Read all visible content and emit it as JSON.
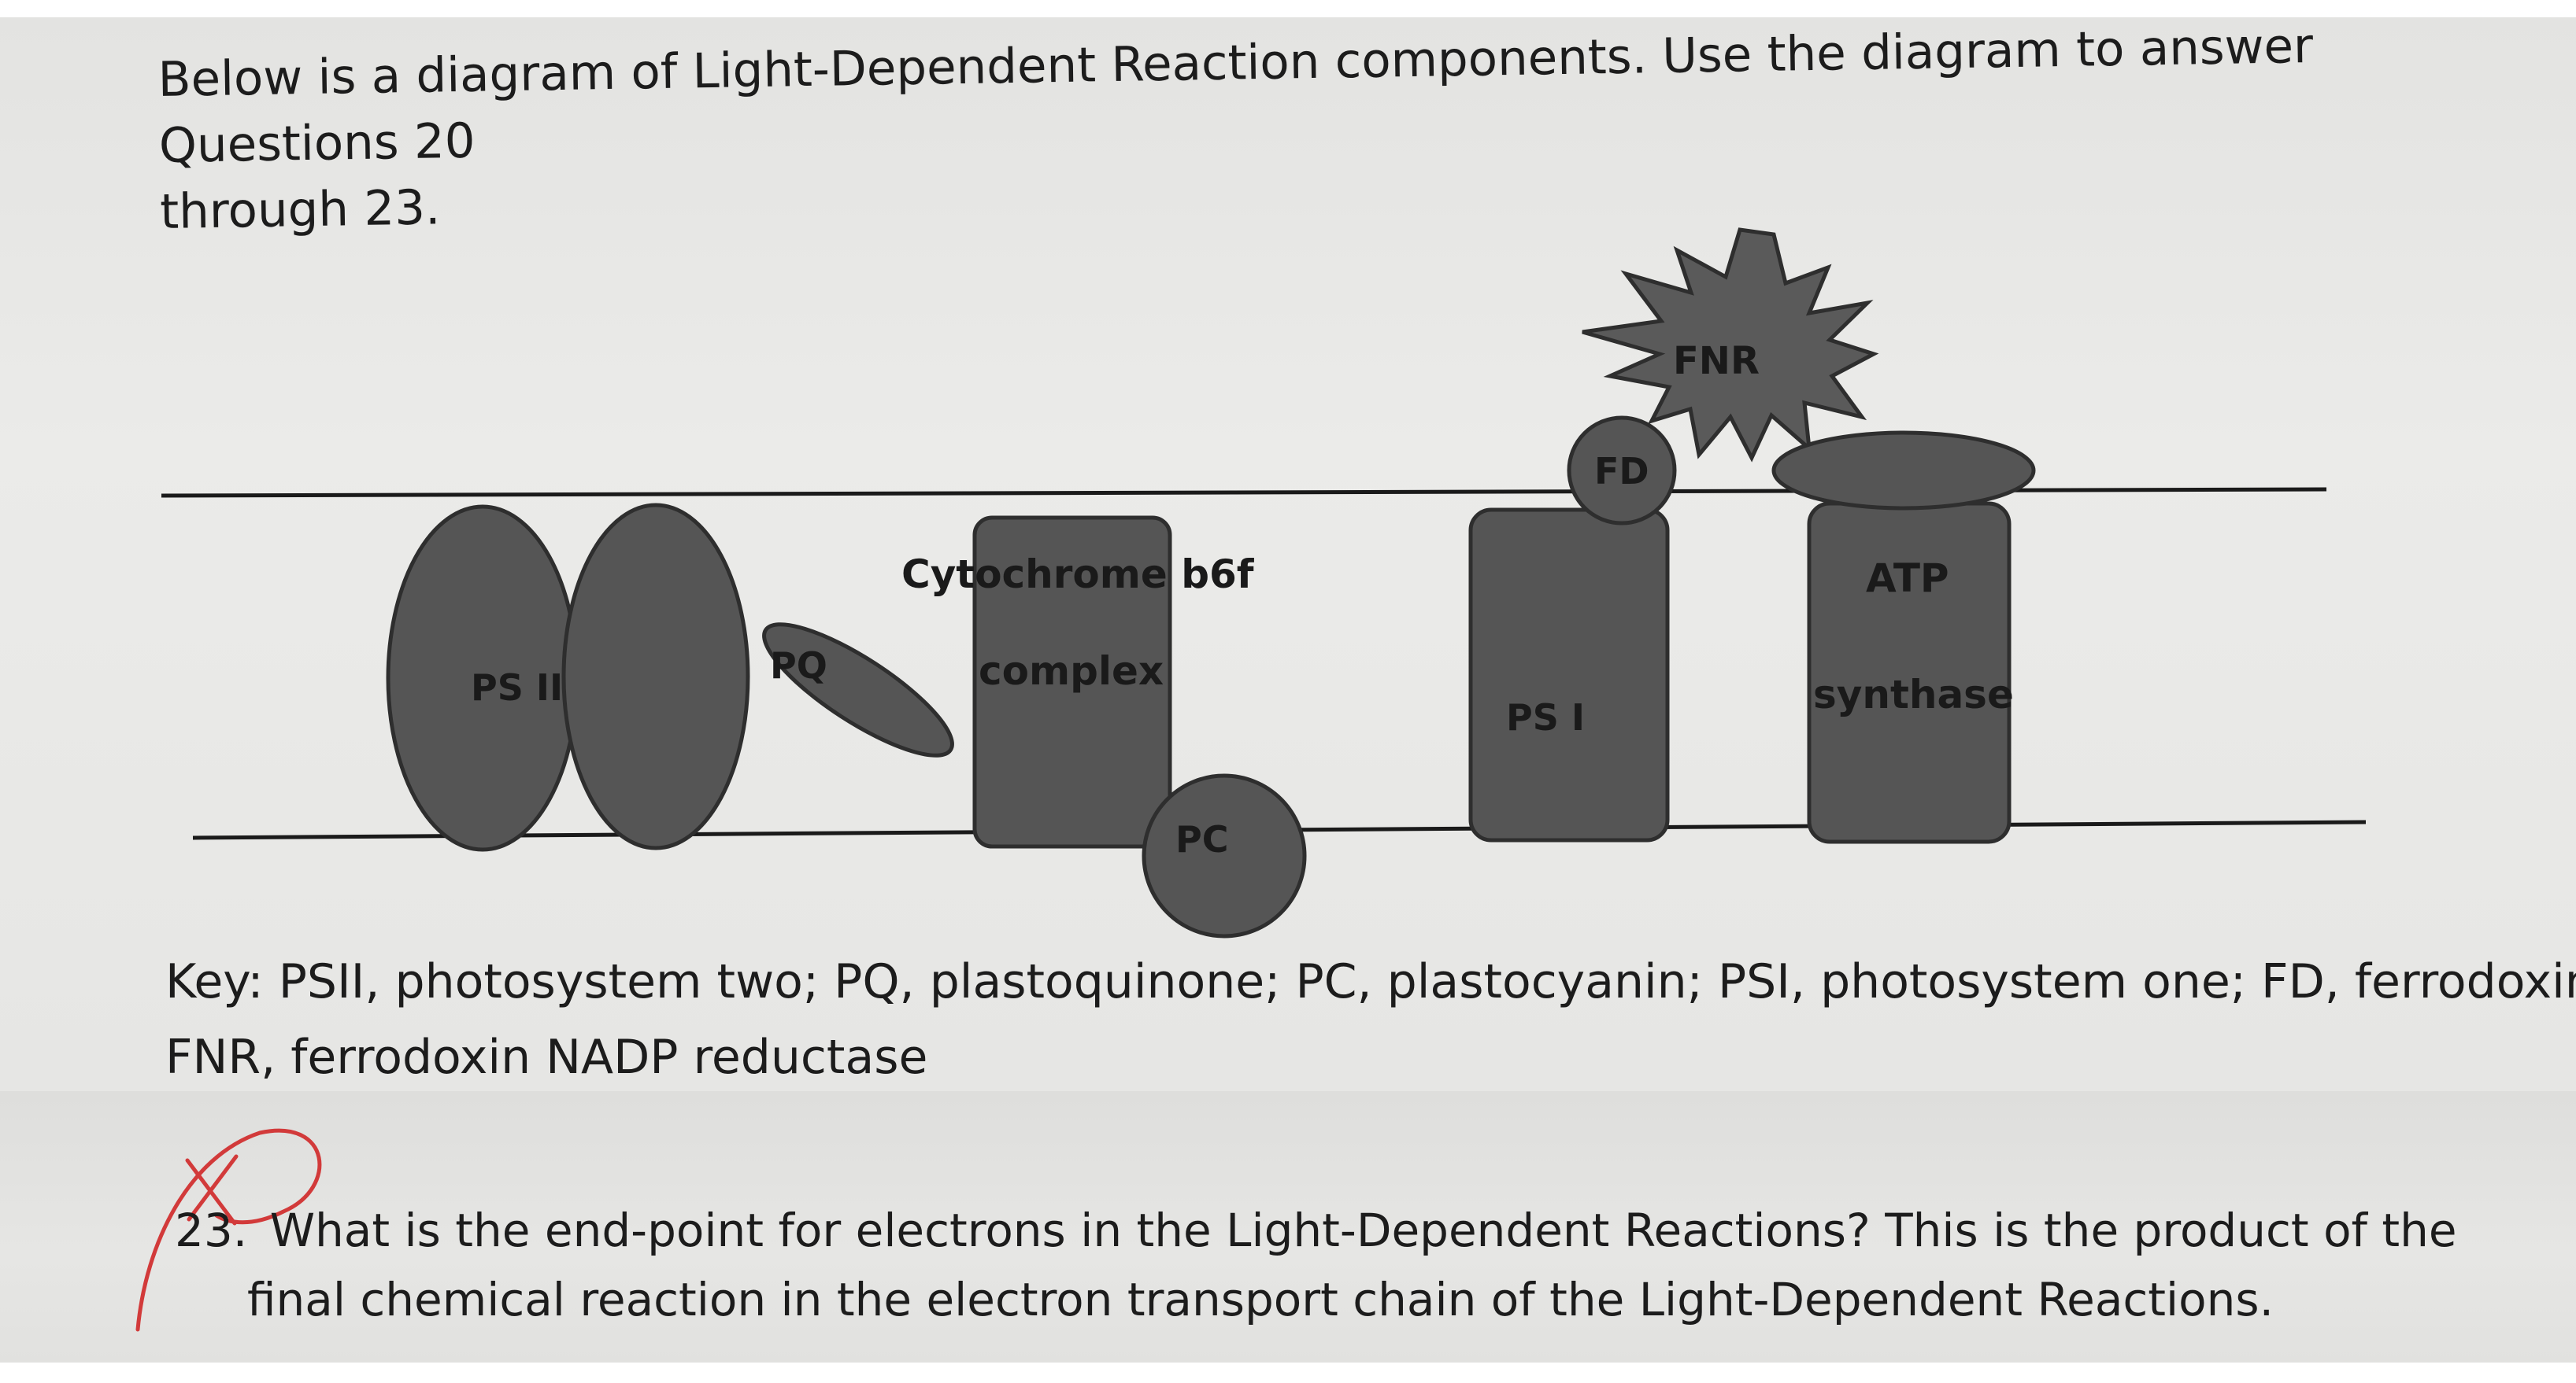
{
  "intro": {
    "line1": "Below is a diagram of Light-Dependent Reaction components. Use the diagram to answer Questions 20",
    "line2": "through 23."
  },
  "diagram": {
    "ps2": "PS II",
    "pq": "PQ",
    "cyt_line1": "Cytochrome b6f",
    "cyt_line2": "complex",
    "pc": "PC",
    "ps1": "PS I",
    "fd": "FD",
    "fnr": "FNR",
    "atp_line1": "ATP",
    "atp_line2": "synthase",
    "colors": {
      "protein_fill": "#555555",
      "protein_stroke": "#2e2e2e",
      "membrane_line": "#1a1a1a"
    }
  },
  "key": {
    "line1": "Key: PSII, photosystem two; PQ, plastoquinone; PC, plastocyanin; PSI, photosystem one; FD, ferrodoxin,",
    "line2": "FNR, ferrodoxin NADP reductase"
  },
  "question": {
    "number": "23.",
    "line1": "What is the end-point for electrons in the Light-Dependent Reactions?  This is the product of the",
    "line2": "final chemical reaction in the electron transport chain of the Light-Dependent Reactions."
  },
  "annotation_color": "#d23a3a"
}
